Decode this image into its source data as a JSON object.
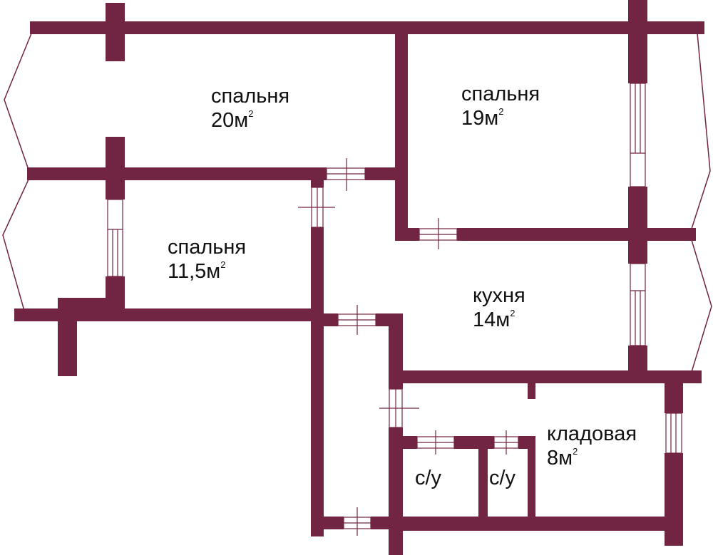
{
  "colors": {
    "wall": "#722443",
    "window_line": "#722443",
    "text": "#111111",
    "background": "#ffffff"
  },
  "rooms": [
    {
      "id": "bedroom-20",
      "name": "спальня",
      "area": "20м",
      "unit_exp": "2"
    },
    {
      "id": "bedroom-19",
      "name": "спальня",
      "area": "19м",
      "unit_exp": "2"
    },
    {
      "id": "bedroom-11",
      "name": "спальня",
      "area": "11,5м",
      "unit_exp": "2"
    },
    {
      "id": "kitchen",
      "name": "кухня",
      "area": "14м",
      "unit_exp": "2"
    },
    {
      "id": "storage",
      "name": "кладовая",
      "area": "8м",
      "unit_exp": "2"
    },
    {
      "id": "bathroom-1",
      "name": "с/у"
    },
    {
      "id": "bathroom-2",
      "name": "с/у"
    }
  ]
}
